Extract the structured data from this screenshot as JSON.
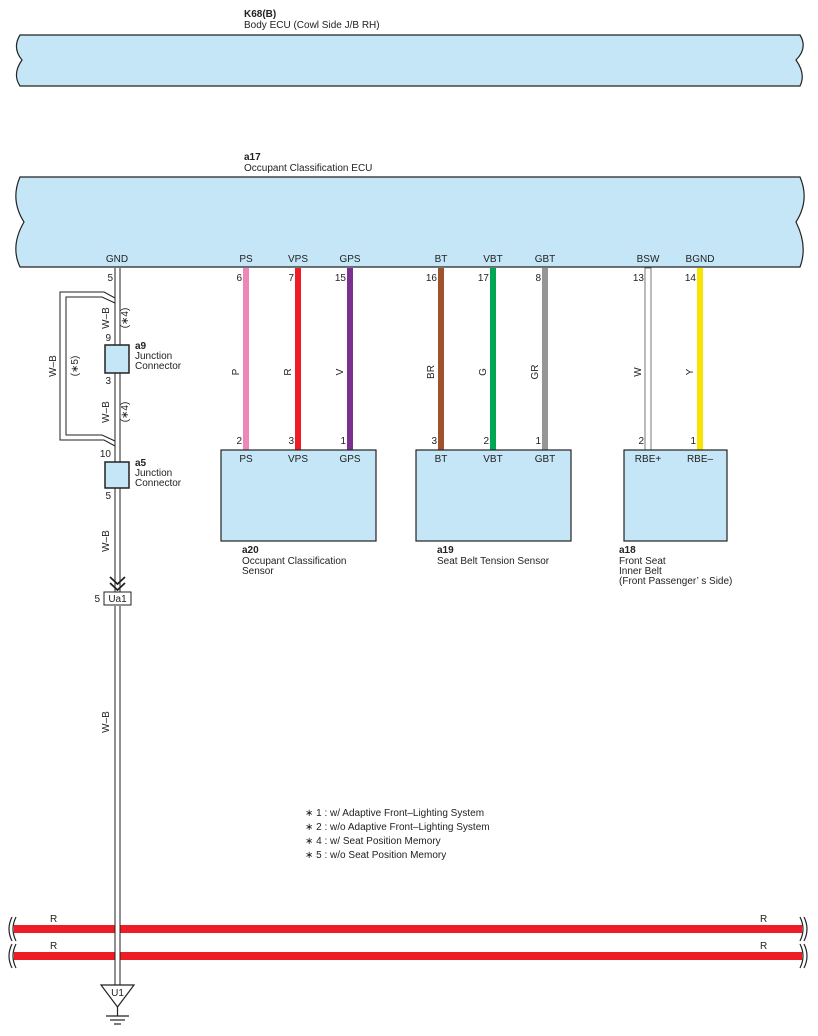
{
  "colors": {
    "ecu_fill": "#c5e6f6",
    "outline": "#222222",
    "wire_P": "#ee86b8",
    "wire_R": "#ee1c25",
    "wire_V": "#7b2f8f",
    "wire_BR": "#a0522d",
    "wire_G": "#00a651",
    "wire_GR": "#969696",
    "wire_W": "#ffffff",
    "wire_Y": "#f6e500",
    "bus_red": "#ee1c25"
  },
  "k68": {
    "id": "K68(B)",
    "name": "Body ECU (Cowl Side J/B RH)"
  },
  "a17": {
    "id": "a17",
    "name": "Occupant Classification ECU",
    "terms": [
      "GND",
      "PS",
      "VPS",
      "GPS",
      "BT",
      "VBT",
      "GBT",
      "BSW",
      "BGND"
    ],
    "pins": [
      "5",
      "6",
      "7",
      "15",
      "16",
      "17",
      "8",
      "13",
      "14"
    ]
  },
  "wires": {
    "colors": [
      "P",
      "R",
      "V",
      "BR",
      "G",
      "GR",
      "W",
      "Y"
    ],
    "wb": "W–B",
    "note4": "(∗4)",
    "note5": "(∗5)"
  },
  "a9": {
    "id": "a9",
    "line1": "Junction",
    "line2": "Connector",
    "pin_top": "9",
    "pin_bottom": "3"
  },
  "a5": {
    "id": "a5",
    "line1": "Junction",
    "line2": "Connector",
    "pin_top": "10",
    "pin_bottom": "5"
  },
  "a20": {
    "id": "a20",
    "line1": "Occupant Classification",
    "line2": "Sensor",
    "terms": [
      "PS",
      "VPS",
      "GPS"
    ],
    "pins": [
      "2",
      "3",
      "1"
    ]
  },
  "a19": {
    "id": "a19",
    "line1": "Seat Belt Tension Sensor",
    "terms": [
      "BT",
      "VBT",
      "GBT"
    ],
    "pins": [
      "3",
      "2",
      "1"
    ]
  },
  "a18": {
    "id": "a18",
    "line1": "Front Seat",
    "line2": "Inner Belt",
    "line3": "(Front Passenger’ s Side)",
    "terms": [
      "RBE+",
      "RBE–"
    ],
    "pins": [
      "2",
      "1"
    ]
  },
  "ua1": {
    "label": "Ua1",
    "pin": "5"
  },
  "u1": {
    "label": "U1"
  },
  "notes": [
    "∗ 1 : w/ Adaptive Front–Lighting System",
    "∗ 2 : w/o Adaptive Front–Lighting System",
    "∗ 4 : w/ Seat Position Memory",
    "∗ 5 : w/o Seat Position Memory"
  ],
  "bus": {
    "label": "R"
  }
}
